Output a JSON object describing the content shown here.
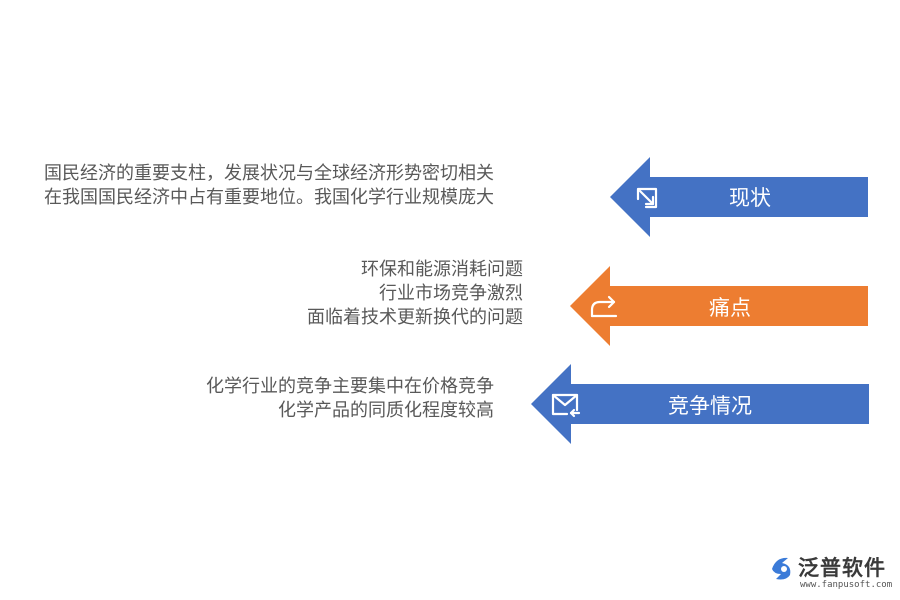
{
  "items": [
    {
      "label": "现状",
      "color": "#4472C4",
      "icon": "exit-arrow-icon",
      "lines": [
        "国民经济的重要支柱，发展状况与全球经济形势密切相关",
        "在我国国民经济中占有重要地位。我国化学行业规模庞大"
      ]
    },
    {
      "label": "痛点",
      "color": "#ED7D31",
      "icon": "share-arrow-icon",
      "lines": [
        "环保和能源消耗问题",
        "行业市场竞争激烈",
        "面临着技术更新换代的问题"
      ]
    },
    {
      "label": "竞争情况",
      "color": "#4472C4",
      "icon": "mail-icon",
      "lines": [
        "化学行业的竞争主要集中在价格竞争",
        "化学产品的同质化程度较高"
      ]
    }
  ],
  "logo": {
    "name": "泛普软件",
    "url": "www.fanpusoft.com",
    "color": "#3B7BD8"
  }
}
